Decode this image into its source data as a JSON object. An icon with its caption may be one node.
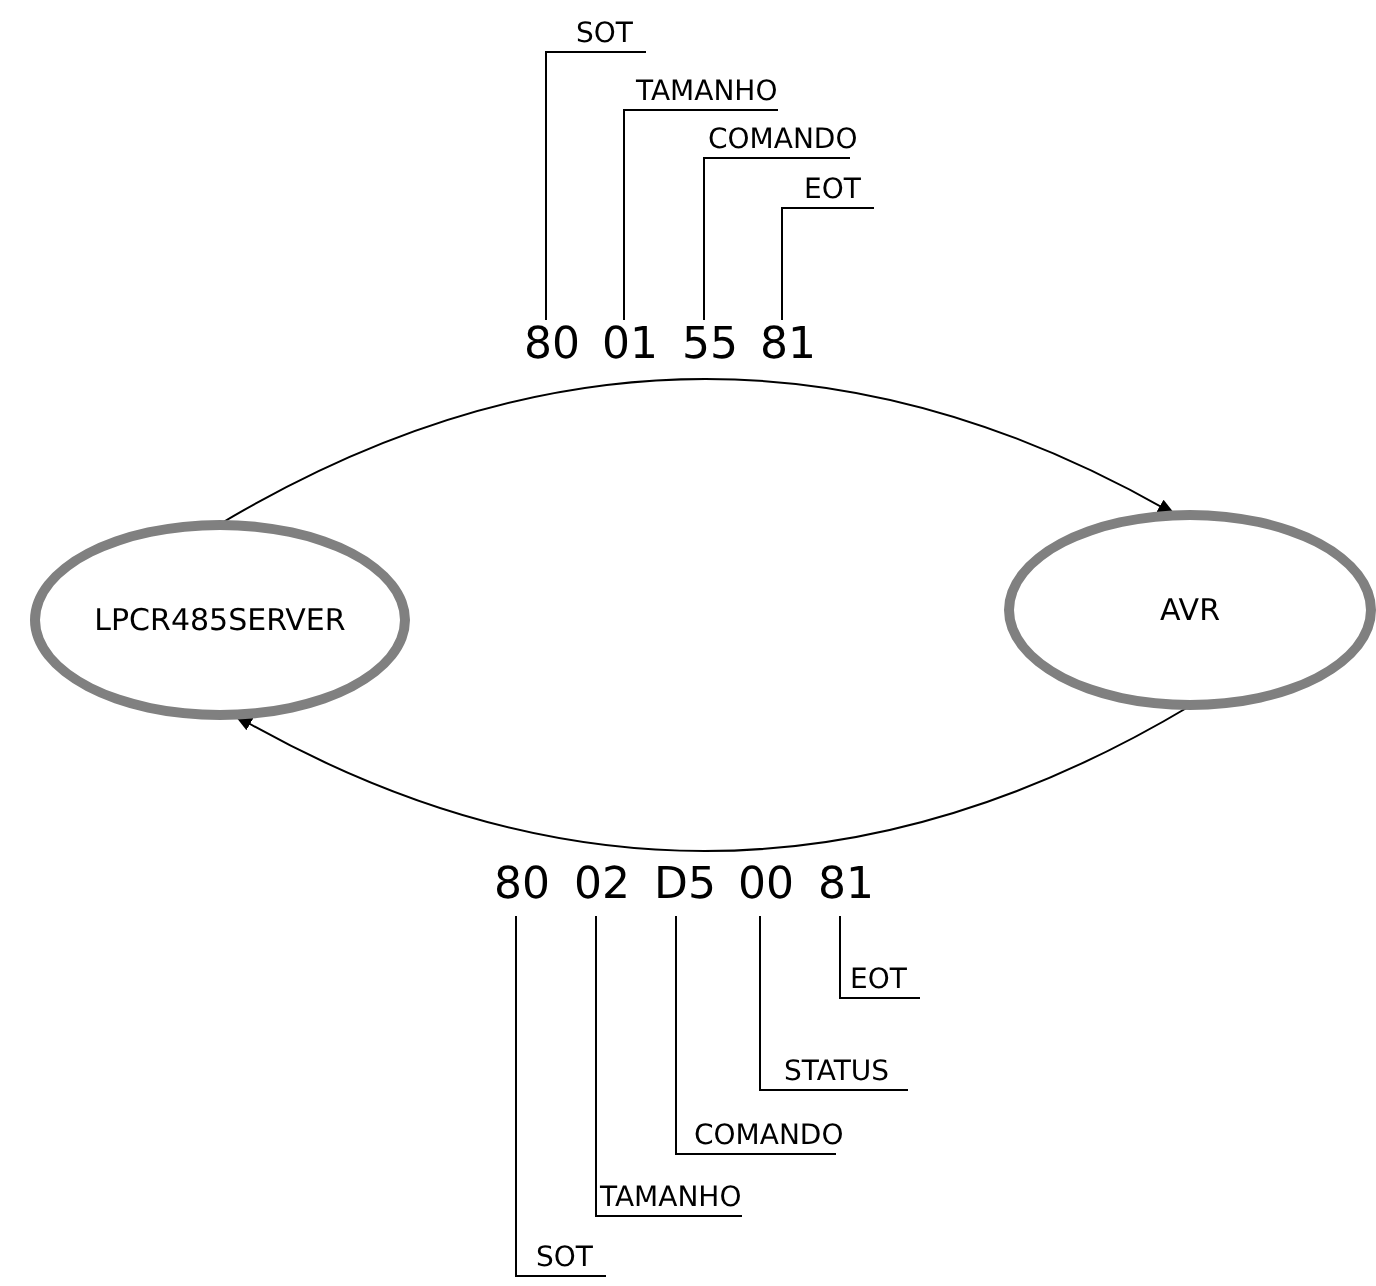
{
  "diagram": {
    "nodes": [
      {
        "text": [
          "LPCR485SERVER"
        ]
      },
      {
        "text": [
          "AVR"
        ]
      },
      {
        "text": [
          "80"
        ]
      },
      {
        "text": [
          "01"
        ]
      },
      {
        "text": [
          "55"
        ]
      },
      {
        "text": [
          "81"
        ]
      },
      {
        "text": [
          "SOT"
        ]
      },
      {
        "text": [
          "TAMANHO"
        ]
      },
      {
        "text": [
          "COMANDO"
        ]
      },
      {
        "text": [
          "EOT"
        ]
      },
      {
        "text": [
          "80"
        ]
      },
      {
        "text": [
          "02"
        ]
      },
      {
        "text": [
          "D5"
        ]
      },
      {
        "text": [
          "00"
        ]
      },
      {
        "text": [
          "81"
        ]
      },
      {
        "text": [
          "EOT"
        ]
      },
      {
        "text": [
          "STATUS"
        ]
      },
      {
        "text": [
          "COMANDO"
        ]
      },
      {
        "text": [
          "TAMANHO"
        ]
      },
      {
        "text": [
          "SOT"
        ]
      }
    ],
    "edges": [
      {
        "from": 0,
        "to": 1,
        "arrow": "to"
      },
      {
        "from": 1,
        "to": 0,
        "arrow": "to"
      },
      {
        "from": 6,
        "to": 2,
        "arrow": "none"
      },
      {
        "from": 7,
        "to": 3,
        "arrow": "none"
      },
      {
        "from": 8,
        "to": 4,
        "arrow": "none"
      },
      {
        "from": 9,
        "to": 5,
        "arrow": "none"
      },
      {
        "from": 15,
        "to": 14,
        "arrow": "none"
      },
      {
        "from": 16,
        "to": 13,
        "arrow": "none"
      },
      {
        "from": 17,
        "to": 12,
        "arrow": "none"
      },
      {
        "from": 18,
        "to": 11,
        "arrow": "none"
      },
      {
        "from": 19,
        "to": 10,
        "arrow": "none"
      }
    ]
  }
}
